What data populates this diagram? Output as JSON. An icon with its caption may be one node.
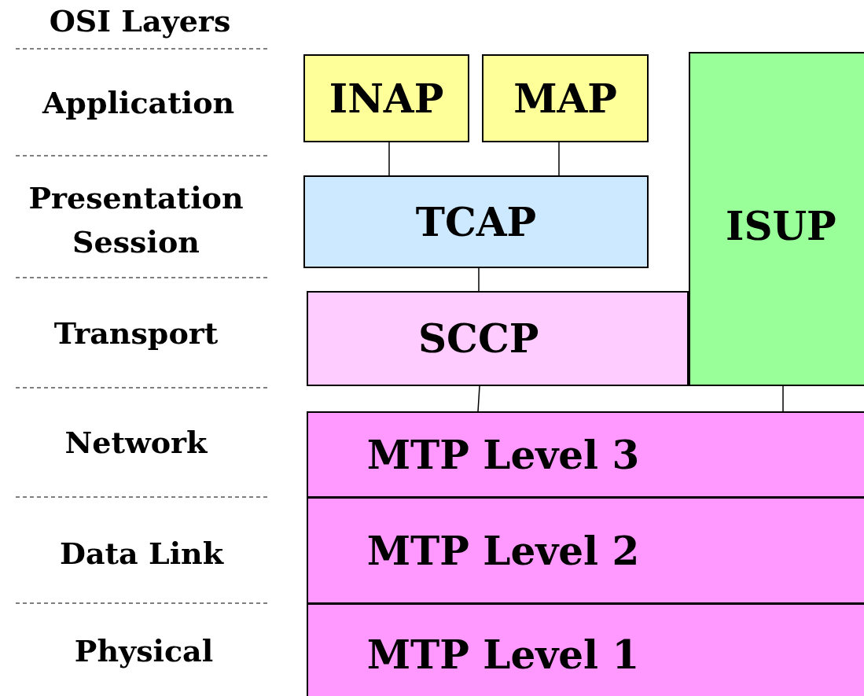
{
  "diagram": {
    "nodes": [
      {
        "text": [
          "INAP"
        ]
      },
      {
        "text": [
          "MAP"
        ]
      },
      {
        "text": [
          "TCAP"
        ]
      },
      {
        "text": [
          "ISUP"
        ]
      },
      {
        "text": [
          "SCCP"
        ]
      },
      {
        "text": [
          "MTP Level 3"
        ]
      },
      {
        "text": [
          "MTP Level 2"
        ]
      },
      {
        "text": [
          "MTP Level 1"
        ]
      }
    ],
    "edges": [
      {
        "from": 0,
        "to": 2,
        "arrow": "none"
      },
      {
        "from": 1,
        "to": 2,
        "arrow": "none"
      },
      {
        "from": 2,
        "to": 4,
        "arrow": "none"
      },
      {
        "from": 4,
        "to": 5,
        "arrow": "none"
      },
      {
        "from": 3,
        "to": 5,
        "arrow": "none"
      }
    ],
    "labels": [
      "OSI Layers",
      "Application",
      "Presentation",
      "Session",
      "Transport",
      "Network",
      "Data Link",
      "Physical"
    ]
  }
}
